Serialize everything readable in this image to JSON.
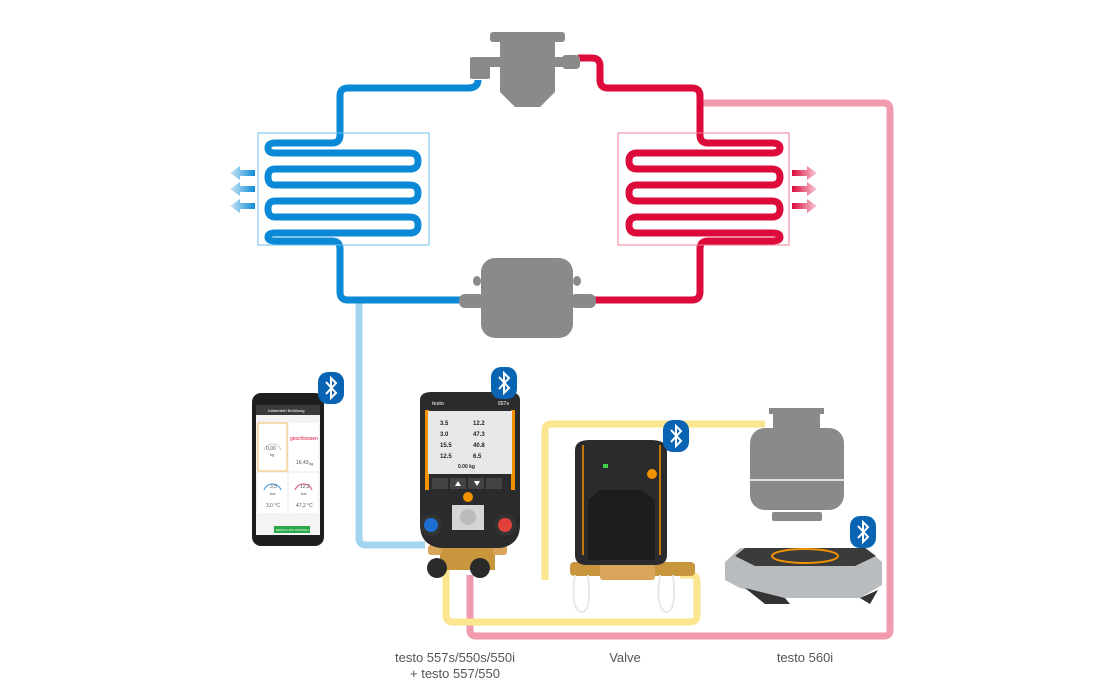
{
  "colors": {
    "evaporator_blue": "#0a8ad6",
    "suction_light_blue": "#a4d5f0",
    "condenser_red": "#dd0a3c",
    "discharge_pink": "#f29aae",
    "cylinder_yellow": "#fbe68f",
    "component_gray": "#8a8a8a",
    "bluetooth_blue": "#0a64b4",
    "device_orange": "#f39200"
  },
  "labels": {
    "manifold_line1": "testo 557s/550s/550i",
    "manifold_line2": "+ testo 557/550",
    "valve": "Valve",
    "scale": "testo 560i"
  },
  "phone": {
    "title": "Kältemittel Befüllung",
    "target_weight": "0,00",
    "target_unit": "kg",
    "valve_state": "geschlossen",
    "weight": "16,43",
    "weight_unit": "kg",
    "low_pressure": "3,5",
    "high_pressure": "12,2",
    "pressure_unit": "bar",
    "low_temp": "3,0 °C",
    "high_temp": "47,2 °C",
    "start_button": "BEFÜLLUNG STARTEN"
  },
  "manifold": {
    "model": "557s",
    "brand": "testo",
    "readings": [
      "3.5",
      "12.2",
      "3.0",
      "47.3",
      "15.5",
      "40.8",
      "12.5",
      "6.5"
    ],
    "weight": "0.00 kg"
  },
  "icons": [
    "bluetooth-icon",
    "bluetooth-icon",
    "bluetooth-icon",
    "bluetooth-icon",
    "arrow-left-icon",
    "arrow-right-icon"
  ]
}
